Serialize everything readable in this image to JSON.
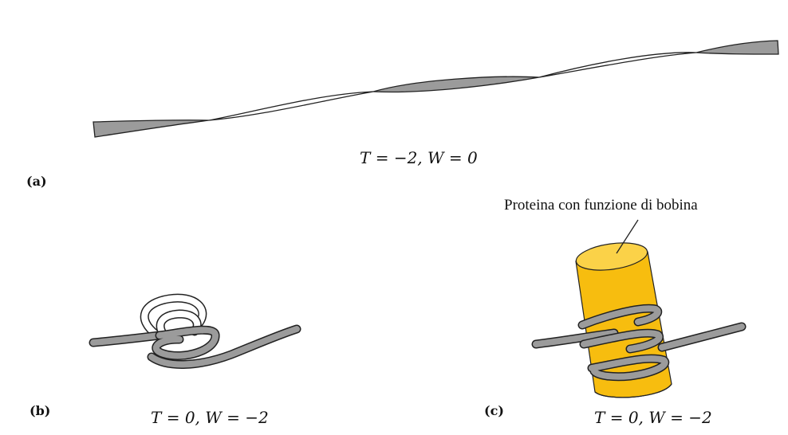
{
  "panels": [
    {
      "id": "a",
      "label": "(a)",
      "formula": "T = −2, W = 0"
    },
    {
      "id": "b",
      "label": "(b)",
      "formula": "T = 0, W = −2"
    },
    {
      "id": "c",
      "label": "(c)",
      "formula": "T = 0, W = −2",
      "callout": "Proteina con funzione di bobina"
    }
  ],
  "colors": {
    "strand": "#9b9b9b",
    "outline": "#222222",
    "protein": "#f7bd0f",
    "protein_top": "#fbd248"
  }
}
